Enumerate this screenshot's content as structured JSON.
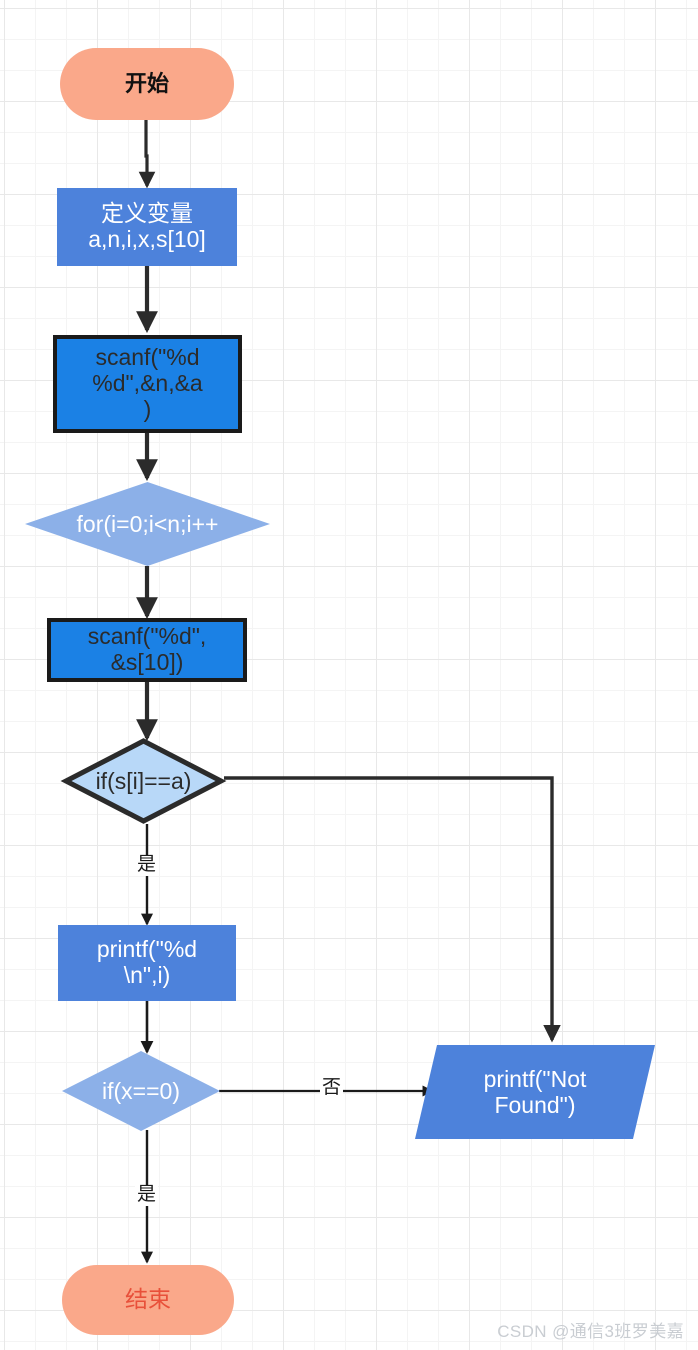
{
  "diagram": {
    "title": "C program flowchart for array search",
    "background": "#ffffff",
    "grid_minor_color": "#f4f4f4",
    "grid_major_color": "#e8e8e8",
    "colors": {
      "terminator_fill": "#faa88a",
      "terminator_start_text": "#111111",
      "terminator_end_text": "#e8503a",
      "process_fill": "#4d82db",
      "process_dark_fill": "#1b81e5",
      "process_dark_border": "#1a1a1a",
      "decision_light_fill": "#b8d8f8",
      "decision_mid_fill": "#8cb0e8",
      "decision_stroke_dark": "#2b2b2b",
      "arrow_color": "#2b2b2b",
      "text_light": "#ffffff",
      "text_dark": "#2b2b2b"
    },
    "nodes": {
      "start": {
        "label": "开始",
        "shape": "terminator"
      },
      "declare": {
        "label": "定义变量\na,n,i,x,s[10]",
        "shape": "process"
      },
      "scan_na": {
        "label": "scanf(\"%d\n%d\",&n,&a\n)",
        "shape": "process-bordered"
      },
      "for_loop": {
        "label": "for(i=0;i<n;i++",
        "shape": "decision"
      },
      "scan_s": {
        "label": "scanf(\"%d\",\n&s[10])",
        "shape": "process-bordered"
      },
      "if_match": {
        "label": "if(s[i]==a)",
        "shape": "decision"
      },
      "print_i": {
        "label": "printf(\"%d\n\\n\",i)",
        "shape": "process"
      },
      "if_zero": {
        "label": "if(x==0)",
        "shape": "decision"
      },
      "not_found": {
        "label": "printf(\"Not\nFound\")",
        "shape": "parallelogram"
      },
      "end": {
        "label": "结束",
        "shape": "terminator"
      }
    },
    "edge_labels": {
      "if_match_yes": "是",
      "if_zero_no": "否",
      "if_zero_yes": "是"
    }
  },
  "watermark": {
    "text": "CSDN @通信3班罗美嘉"
  }
}
